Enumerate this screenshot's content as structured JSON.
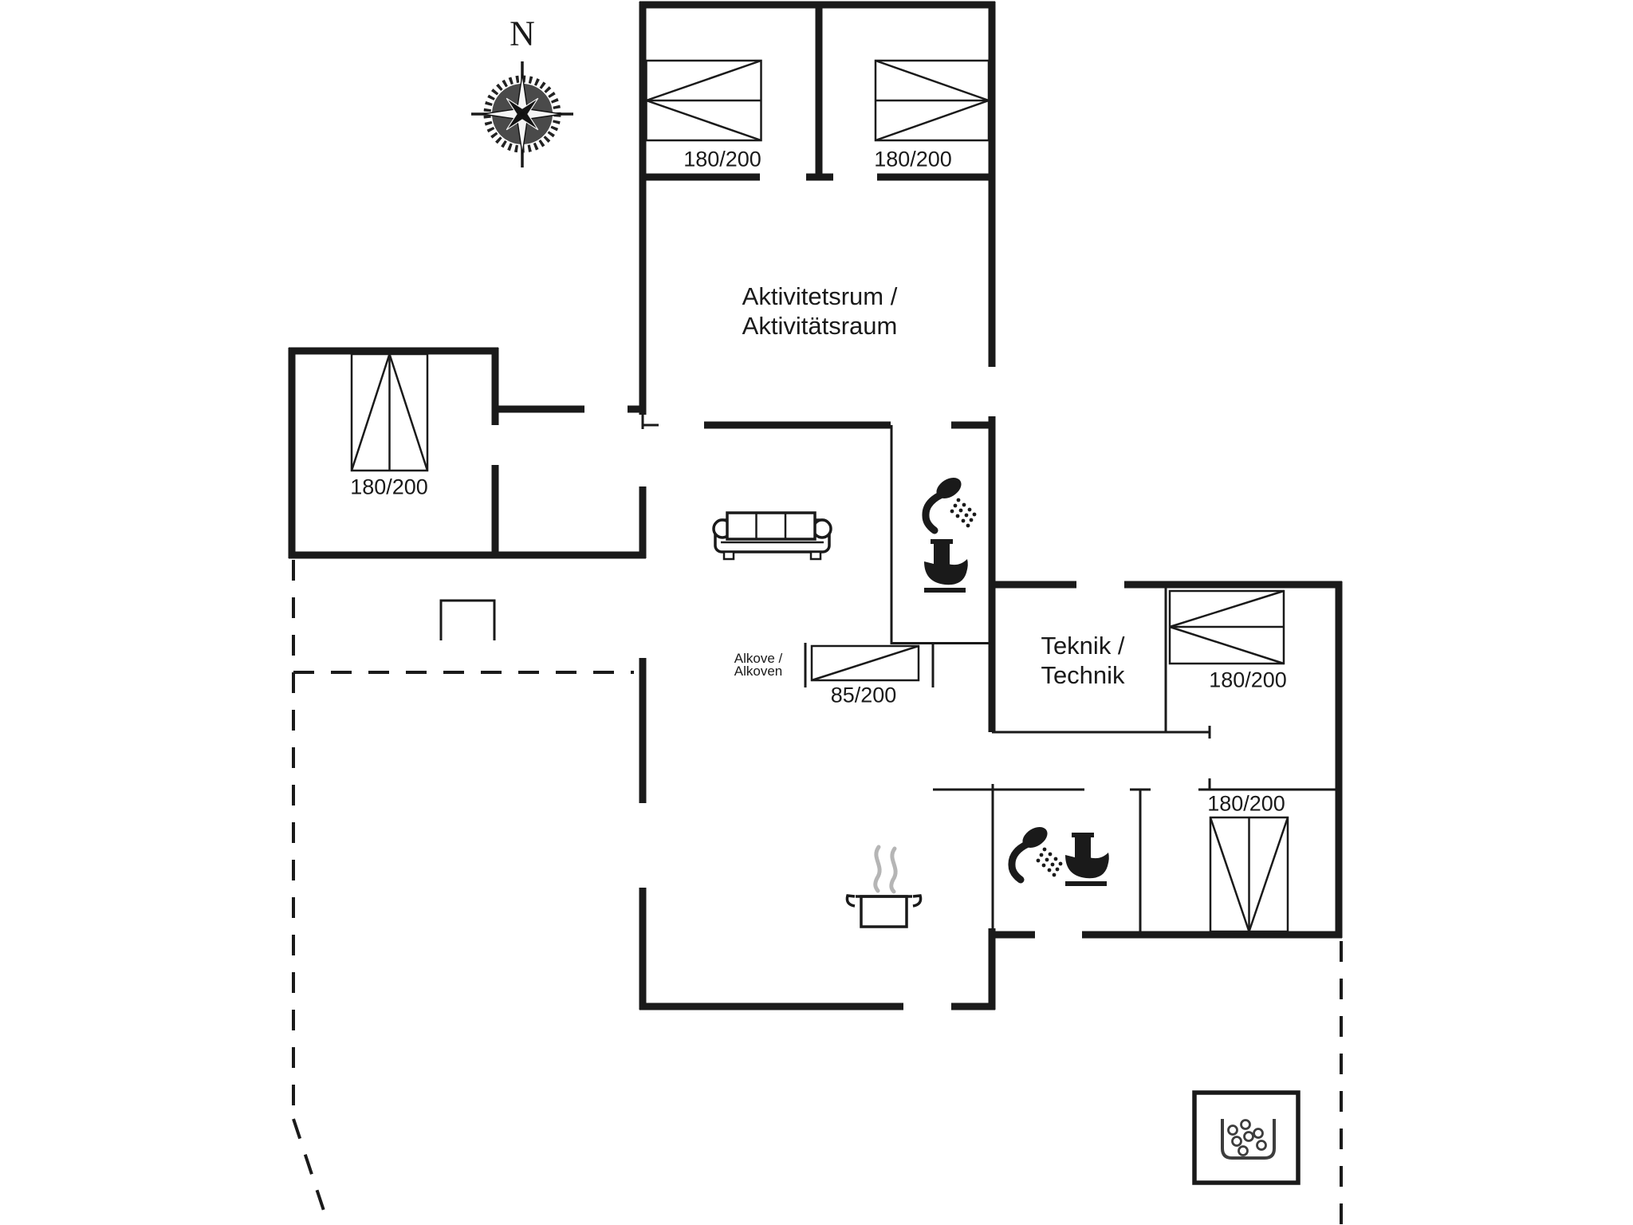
{
  "plan": {
    "compass": {
      "label": "N"
    },
    "rooms": {
      "activity_room": {
        "line1": "Aktivitetsrum /",
        "line2": "Aktivitätsraum"
      },
      "technik": {
        "line1": "Teknik /",
        "line2": "Technik"
      },
      "alcove": {
        "line1": "Alkove /",
        "line2": "Alkoven"
      }
    },
    "beds": {
      "top_left": "180/200",
      "top_right": "180/200",
      "west": "180/200",
      "alcove": "85/200",
      "east": "180/200",
      "southeast": "180/200"
    },
    "icons": {
      "compass": "compass-rose-icon",
      "sofa": "sofa-icon",
      "shower_upper": "shower-icon",
      "toilet_upper": "toilet-icon",
      "shower_lower": "shower-icon",
      "toilet_lower": "toilet-icon",
      "cooking_pot": "cooking-pot-icon",
      "hot_tub": "hot-tub-icon"
    },
    "colors": {
      "line": "#1a1a1a",
      "steam": "#b5b5b5",
      "background": "#ffffff"
    }
  }
}
